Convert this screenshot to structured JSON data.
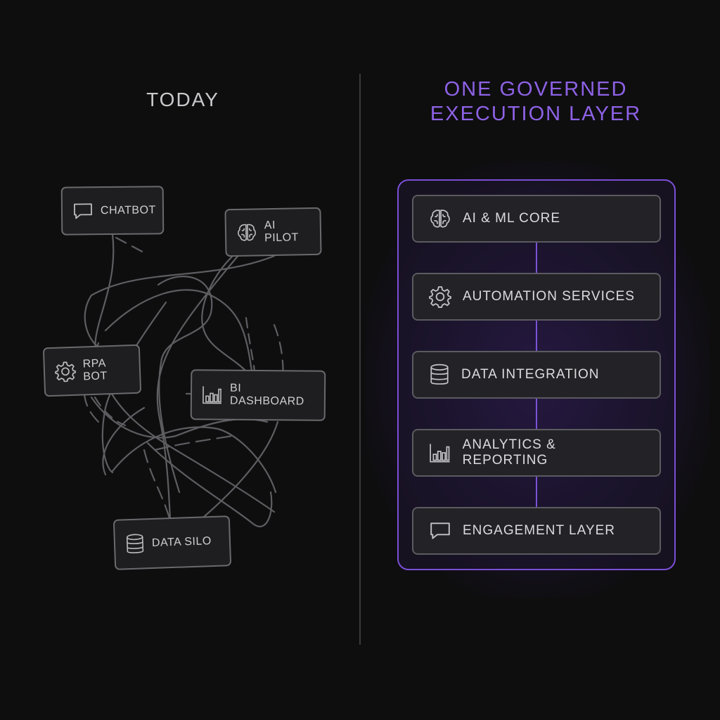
{
  "left_panel": {
    "title": "TODAY",
    "nodes": [
      {
        "label": "CHATBOT",
        "icon": "chat-bubble-icon"
      },
      {
        "label": "AI PILOT",
        "icon": "brain-icon"
      },
      {
        "label": "RPA BOT",
        "icon": "gear-icon"
      },
      {
        "label": "BI DASHBOARD",
        "icon": "bar-chart-icon"
      },
      {
        "label": "DATA SILO",
        "icon": "database-icon"
      }
    ]
  },
  "right_panel": {
    "title_line1": "ONE GOVERNED",
    "title_line2": "EXECUTION LAYER",
    "layers": [
      {
        "label": "AI & ML CORE",
        "icon": "brain-icon"
      },
      {
        "label": "AUTOMATION SERVICES",
        "icon": "gear-icon"
      },
      {
        "label": "DATA INTEGRATION",
        "icon": "database-icon"
      },
      {
        "label": "ANALYTICS & REPORTING",
        "icon": "bar-chart-icon"
      },
      {
        "label": "ENGAGEMENT LAYER",
        "icon": "chat-bubble-icon"
      }
    ]
  },
  "colors": {
    "background": "#0e0e0f",
    "accent": "#8e62e6",
    "stack_border": "#7b4fd6",
    "node_border": "#6a6a6e",
    "tangle_lines": "#5e5e62"
  }
}
